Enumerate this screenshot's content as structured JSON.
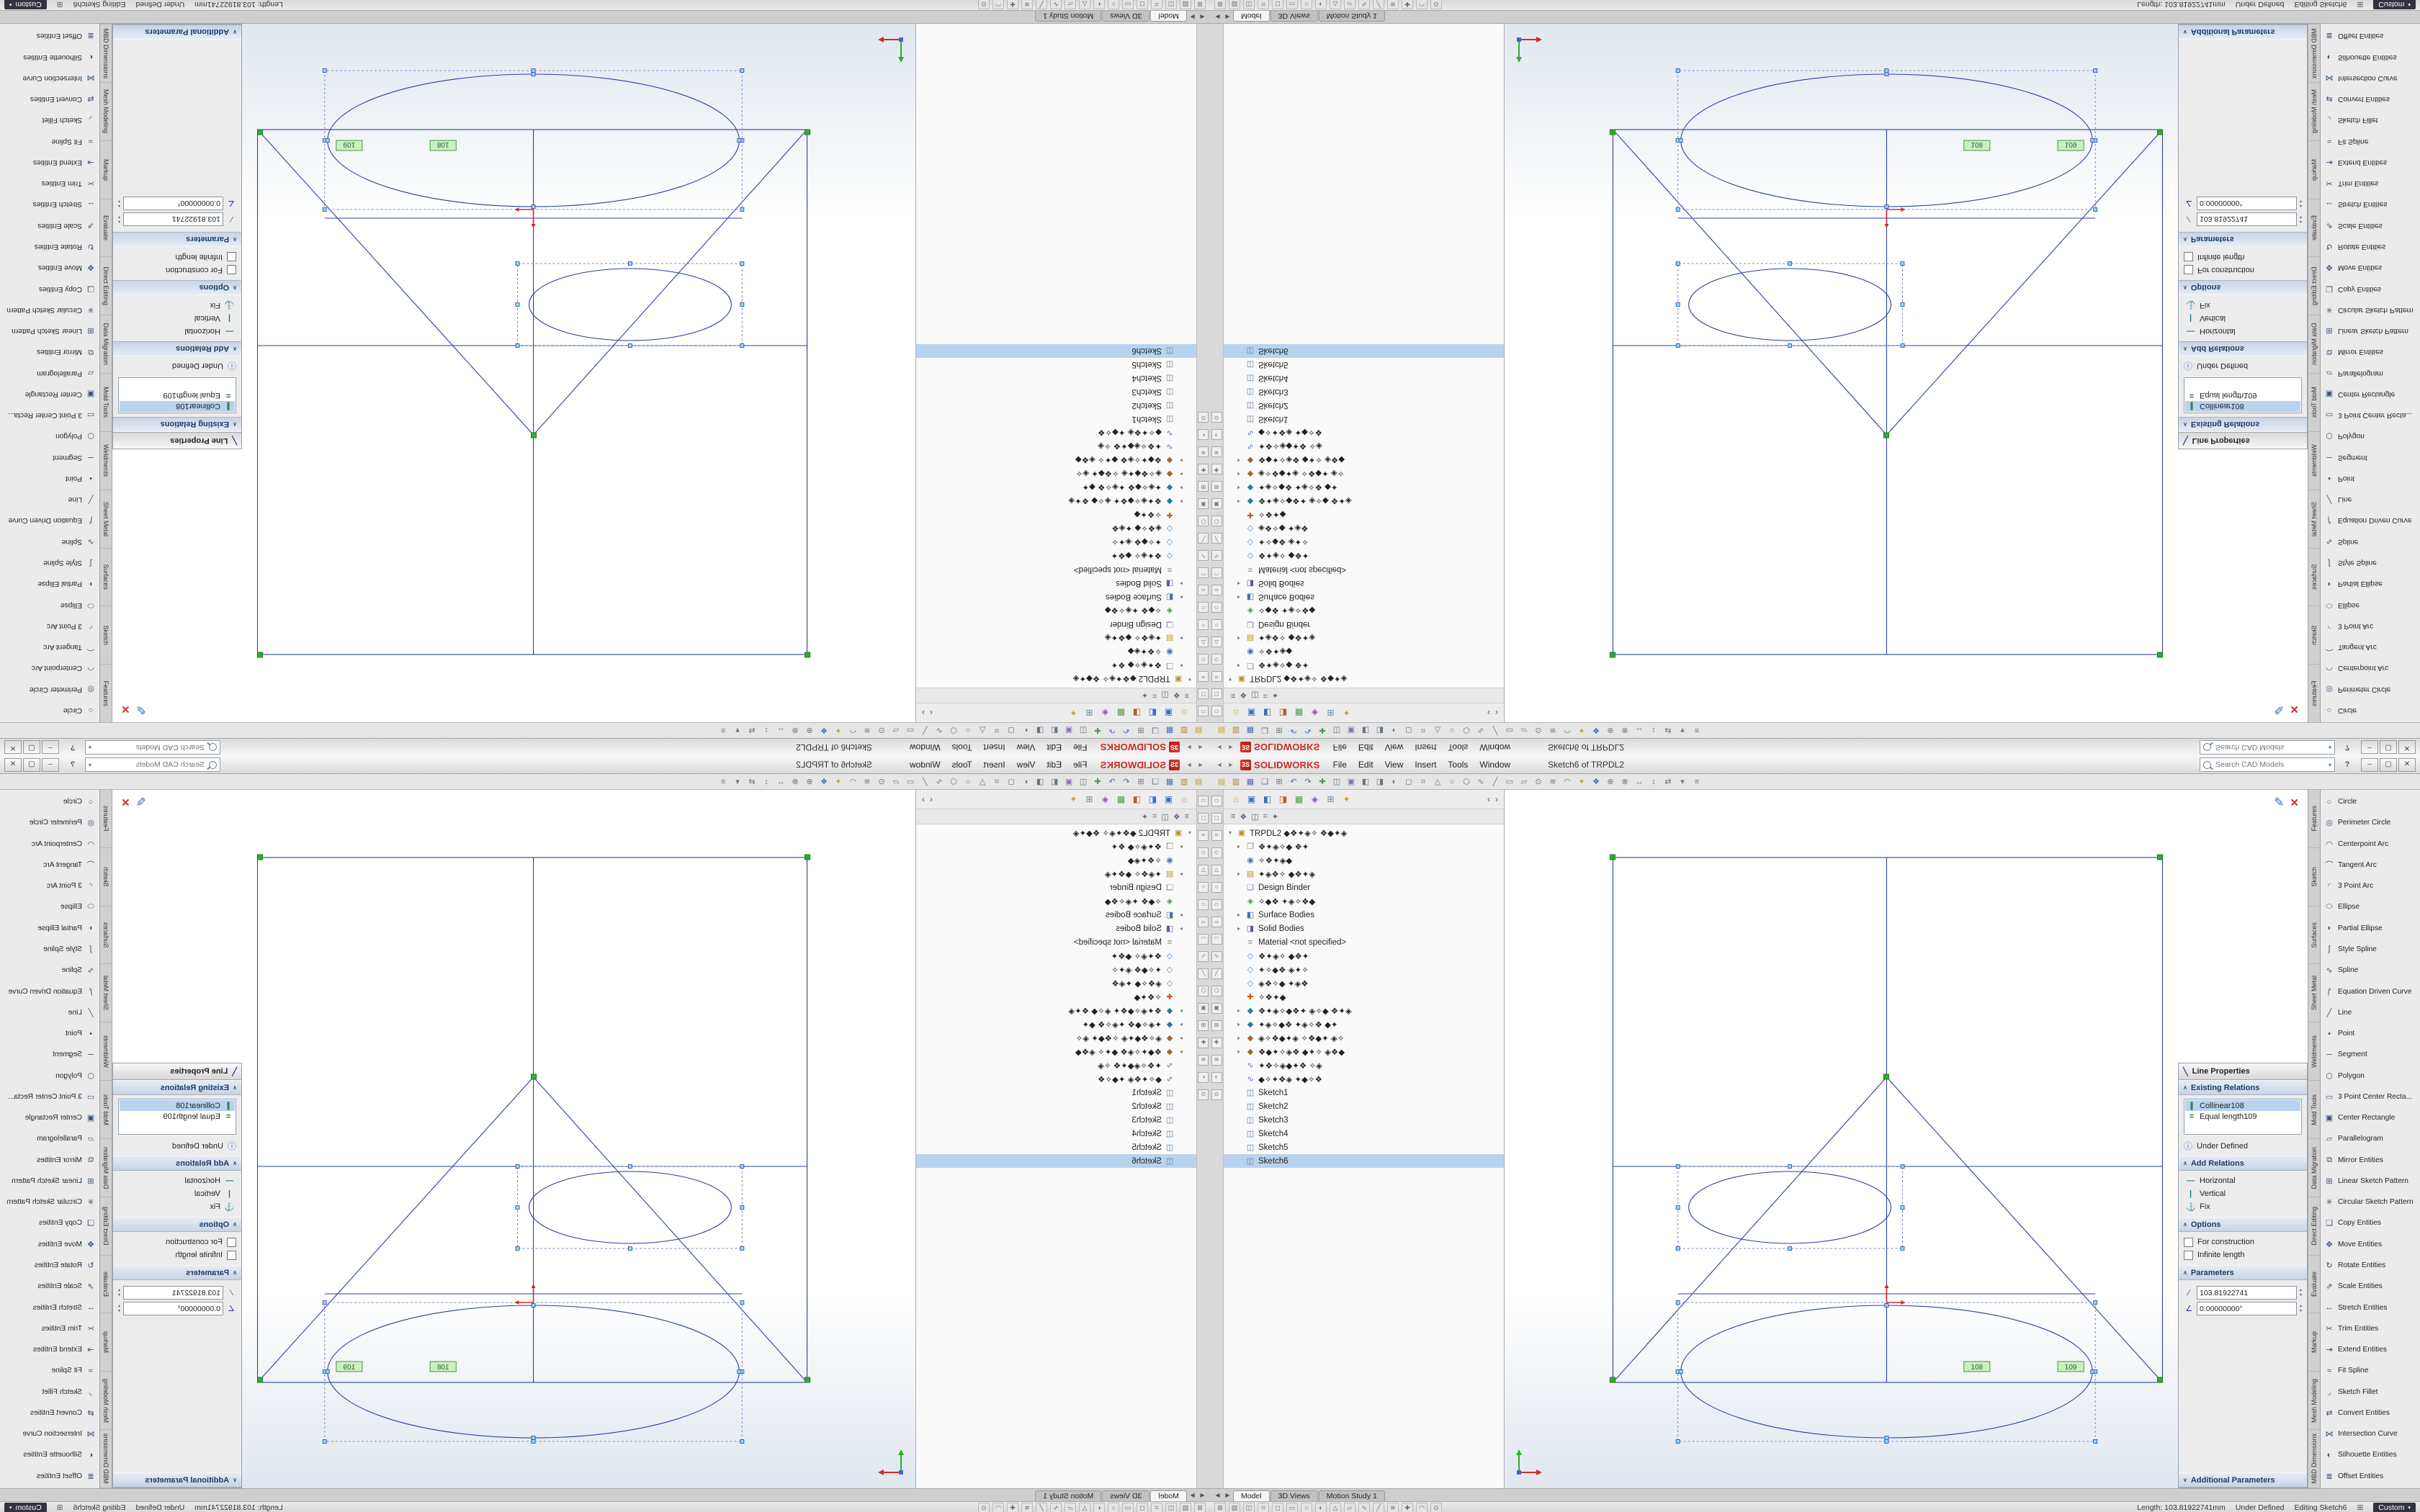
{
  "window": {
    "nav_back": "◄",
    "nav_forward": "►",
    "logo_mark": "3S",
    "logo_text": "SOLIDWORKS",
    "title": "Sketch6 of TRPDL2",
    "help_icon": "?",
    "minimize": "–",
    "restore": "▢",
    "close": "✕"
  },
  "menu": {
    "items": [
      "File",
      "Edit",
      "View",
      "Insert",
      "Tools",
      "Window"
    ]
  },
  "search": {
    "placeholder": "Search CAD Models",
    "caret": "▾"
  },
  "toolbar": {
    "icons": [
      {
        "g": "▤",
        "c": "#c89a2e"
      },
      {
        "g": "▥",
        "c": "#b0812a"
      },
      {
        "g": "▦",
        "c": "#4a6fb0"
      },
      {
        "g": "❏",
        "c": "#667788"
      },
      {
        "g": "⊞",
        "c": "#667788"
      },
      {
        "g": "↶",
        "c": "#3c6cc0"
      },
      {
        "g": "↷",
        "c": "#3c6cc0"
      },
      {
        "g": "✚",
        "c": "#4a9a4a"
      },
      {
        "g": "◫",
        "c": "#667788"
      },
      {
        "g": "▣",
        "c": "#8a6fb0"
      },
      {
        "g": "◧",
        "c": "#667788"
      },
      {
        "g": "◨",
        "c": "#667788"
      },
      {
        "g": "◐",
        "c": "#667788"
      },
      {
        "g": "◻",
        "c": "#667788"
      },
      {
        "g": "⌗",
        "c": "#667788"
      },
      {
        "g": "△",
        "c": "#667788"
      },
      {
        "g": "○",
        "c": "#667788"
      },
      {
        "g": "⬡",
        "c": "#667788"
      },
      {
        "g": "∿",
        "c": "#667788"
      },
      {
        "g": "╱",
        "c": "#667788"
      },
      {
        "g": "▭",
        "c": "#667788"
      },
      {
        "g": "▱",
        "c": "#667788"
      },
      {
        "g": "⊙",
        "c": "#667788"
      },
      {
        "g": "≋",
        "c": "#667788"
      },
      {
        "g": "◠",
        "c": "#667788"
      },
      {
        "g": "✦",
        "c": "#c8a22a"
      },
      {
        "g": "❖",
        "c": "#3c6cc0"
      },
      {
        "g": "⊕",
        "c": "#667788"
      },
      {
        "g": "⊗",
        "c": "#667788"
      },
      {
        "g": "↔",
        "c": "#667788"
      },
      {
        "g": "↕",
        "c": "#667788"
      },
      {
        "g": "⇄",
        "c": "#667788"
      },
      {
        "g": "▾",
        "c": "#667788"
      },
      {
        "g": "≡",
        "c": "#667788"
      }
    ]
  },
  "left_strip": {
    "icons": [
      "▭",
      "◻",
      "⌗",
      "◇",
      "△",
      "○",
      "▱",
      "⌓",
      "◠",
      "∿",
      "╱",
      "⬡",
      "▣",
      "⊞",
      "✚",
      "≋",
      "◐",
      "⊙"
    ]
  },
  "feature_tree": {
    "pane_left": "‹",
    "pane_right": "›",
    "header_icons": [
      {
        "g": "⌂",
        "c": "#c89a2a"
      },
      {
        "g": "▣",
        "c": "#3c6cc0"
      },
      {
        "g": "◧",
        "c": "#3c6cc0"
      },
      {
        "g": "◨",
        "c": "#c05a2a"
      },
      {
        "g": "▦",
        "c": "#4a9a4a"
      },
      {
        "g": "◈",
        "c": "#8a4ac0"
      },
      {
        "g": "⊞",
        "c": "#6a87a8"
      },
      {
        "g": "✦",
        "c": "#c8a22a"
      }
    ],
    "tab_icons": [
      "≡",
      "❖",
      "◫",
      "⌗",
      "✦"
    ],
    "rows": [
      {
        "chev": "▾",
        "icon": "▣",
        "ic": "#b8922a",
        "label": "TRPDL2 ◆❖✦◈✧ ❖◆✦◈",
        "pad": "4px"
      },
      {
        "chev": "▸",
        "icon": "❐",
        "ic": "#8a8a5a",
        "label": "❖✦◈✧◆ ❖✦",
        "pad": "16px"
      },
      {
        "icon": "◉",
        "ic": "#4a6fb0",
        "label": "✧❖✦◈◆",
        "pad": "16px"
      },
      {
        "chev": "▸",
        "icon": "▤",
        "ic": "#b8922a",
        "label": "✦◈❖✧ ◆❖✦◈",
        "pad": "16px"
      },
      {
        "icon": "❏",
        "ic": "#8a6fb0",
        "label": "Design Binder",
        "pad": "16px"
      },
      {
        "icon": "◈",
        "ic": "#4a9a4a",
        "label": "✧◆❖ ✦◈✧❖◆",
        "pad": "16px"
      },
      {
        "chev": "▸",
        "icon": "◧",
        "ic": "#4a6fb0",
        "label": "Surface Bodies",
        "pad": "16px"
      },
      {
        "chev": "▸",
        "icon": "◨",
        "ic": "#5a5a9a",
        "label": "Solid Bodies",
        "pad": "16px"
      },
      {
        "icon": "≡",
        "ic": "#888888",
        "label": "Material <not specified>",
        "pad": "16px"
      },
      {
        "icon": "◇",
        "ic": "#4a8ac0",
        "label": "❖✦◈✧ ◆❖✦",
        "pad": "16px"
      },
      {
        "icon": "◇",
        "ic": "#4a8ac0",
        "label": "✦✧◆❖ ◈✦✧",
        "pad": "16px"
      },
      {
        "icon": "◇",
        "ic": "#4a8ac0",
        "label": "◈❖✧◆ ✦◈❖",
        "pad": "16px"
      },
      {
        "icon": "✚",
        "ic": "#c05a2a",
        "label": "✧❖✦◆",
        "pad": "16px"
      },
      {
        "chev": "▸",
        "icon": "◆",
        "ic": "#2a7a9a",
        "label": "❖✦◈✧◆❖✦ ◈✧◆ ❖✦◈",
        "pad": "16px"
      },
      {
        "chev": "▸",
        "icon": "◆",
        "ic": "#2a7a9a",
        "label": "✦◈✧◆❖ ✦◈✧❖ ◆✦",
        "pad": "16px"
      },
      {
        "chev": "▸",
        "icon": "◆",
        "ic": "#9a6a2a",
        "label": "◈✧❖◆✦◈ ✧❖◆✦ ◈✧",
        "pad": "16px"
      },
      {
        "chev": "▸",
        "icon": "◆",
        "ic": "#9a6a2a",
        "label": "❖◆✦✧◈❖ ◆✦✧ ◈❖◆",
        "pad": "16px"
      },
      {
        "icon": "∿",
        "ic": "#4a6fb0",
        "label": "✦❖✧◈◆✦❖ ✧◈",
        "pad": "16px"
      },
      {
        "icon": "∿",
        "ic": "#4a6fb0",
        "label": "◆✧✦❖◈ ✦◆✧❖",
        "pad": "16px"
      },
      {
        "icon": "◫",
        "ic": "#5a7a9a",
        "label": "Sketch1",
        "pad": "16px"
      },
      {
        "icon": "◫",
        "ic": "#5a7a9a",
        "label": "Sketch2",
        "pad": "16px"
      },
      {
        "icon": "◫",
        "ic": "#5a7a9a",
        "label": "Sketch3",
        "pad": "16px"
      },
      {
        "icon": "◫",
        "ic": "#5a7a9a",
        "label": "Sketch4",
        "pad": "16px"
      },
      {
        "icon": "◫",
        "ic": "#5a7a9a",
        "label": "Sketch5",
        "pad": "16px"
      },
      {
        "icon": "◫",
        "ic": "#5a7a9a",
        "label": "Sketch6",
        "pad": "16px",
        "selected": true
      }
    ]
  },
  "graphics": {
    "tags": [
      "108",
      "109"
    ],
    "confirm_exit": "✎",
    "confirm_close": "✕"
  },
  "line_properties": {
    "title": "Line Properties",
    "header_icon": "╲",
    "collapse": "∧",
    "sections": {
      "existing": {
        "title": "Existing Relations",
        "items": [
          {
            "icon": "∥",
            "label": "Collinear108",
            "selected": true
          },
          {
            "icon": "=",
            "label": "Equal length109"
          }
        ]
      },
      "status": {
        "icon": "ⓘ",
        "label": "Under Defined"
      },
      "add": {
        "title": "Add Relations",
        "items": [
          {
            "icon": "—",
            "label": "Horizontal"
          },
          {
            "icon": "|",
            "label": "Vertical"
          },
          {
            "icon": "⚓",
            "label": "Fix"
          }
        ]
      },
      "options": {
        "title": "Options",
        "items": [
          {
            "label": "For construction"
          },
          {
            "label": "Infinite length"
          }
        ]
      },
      "parameters": {
        "title": "Parameters",
        "fields": [
          {
            "icon": "∕",
            "value": "103.81922741"
          },
          {
            "icon": "∠",
            "value": "0.00000000°"
          }
        ]
      },
      "additional": {
        "title": "Additional Parameters",
        "collapse": "∨"
      }
    }
  },
  "command_tabs": {
    "items": [
      "Features",
      "Sketch",
      "Surfaces",
      "Sheet Metal",
      "Weldments",
      "Mold Tools",
      "Data Migration",
      "Direct Editing",
      "Evaluate",
      "Markup",
      "Mesh Modeling",
      "MBD Dimensions"
    ]
  },
  "sketch_tools": {
    "items": [
      {
        "icon": "○",
        "label": "Circle"
      },
      {
        "icon": "◎",
        "label": "Perimeter Circle"
      },
      {
        "icon": "◠",
        "label": "Centerpoint Arc"
      },
      {
        "icon": "⌒",
        "label": "Tangent Arc"
      },
      {
        "icon": "◜",
        "label": "3 Point Arc"
      },
      {
        "icon": "⬭",
        "label": "Ellipse"
      },
      {
        "icon": "◗",
        "label": "Partial Ellipse"
      },
      {
        "icon": "∫",
        "label": "Style Spline"
      },
      {
        "icon": "∿",
        "label": "Spline"
      },
      {
        "icon": "ƒ",
        "label": "Equation Driven Curve"
      },
      {
        "icon": "╱",
        "label": "Line"
      },
      {
        "icon": "•",
        "label": "Point"
      },
      {
        "icon": "─",
        "label": "Segment"
      },
      {
        "icon": "⬡",
        "label": "Polygon"
      },
      {
        "icon": "▭",
        "label": "3 Point Center Recta..."
      },
      {
        "icon": "▣",
        "label": "Center Rectangle"
      },
      {
        "icon": "▱",
        "label": "Parallelogram"
      },
      {
        "icon": "⧉",
        "label": "Mirror Entities"
      },
      {
        "icon": "⊞",
        "label": "Linear Sketch Pattern"
      },
      {
        "icon": "✳",
        "label": "Circular Sketch Pattern"
      },
      {
        "icon": "❏",
        "label": "Copy Entities"
      },
      {
        "icon": "✥",
        "label": "Move Entities"
      },
      {
        "icon": "↻",
        "label": "Rotate Entities"
      },
      {
        "icon": "⇗",
        "label": "Scale Entities"
      },
      {
        "icon": "↔",
        "label": "Stretch Entities"
      },
      {
        "icon": "✂",
        "label": "Trim Entities"
      },
      {
        "icon": "⇥",
        "label": "Extend Entities"
      },
      {
        "icon": "≈",
        "label": "Fit Spline"
      },
      {
        "icon": "◞",
        "label": "Sketch Fillet"
      },
      {
        "icon": "⇄",
        "label": "Convert Entities"
      },
      {
        "icon": "⋈",
        "label": "Intersection Curve"
      },
      {
        "icon": "◐",
        "label": "Silhouette Entities"
      },
      {
        "icon": "≣",
        "label": "Offset Entities"
      }
    ]
  },
  "doc_tabs": {
    "prev": "◀",
    "next": "▶",
    "items": [
      {
        "label": "Model",
        "active": true
      },
      {
        "label": "3D Views"
      },
      {
        "label": "Motion Study 1"
      }
    ]
  },
  "status_bar": {
    "icons": [
      "⊞",
      "▤",
      "◫",
      "⌗",
      "◻",
      "▭",
      "○",
      "◐",
      "△",
      "▱",
      "∿",
      "╱",
      "≋",
      "✚",
      "◠",
      "⊙"
    ],
    "length": "Length: 103.81922741mm",
    "state": "Under Defined",
    "editing": "Editing Sketch6",
    "grid": "⊞",
    "units": "Custom",
    "caret": "▾"
  }
}
